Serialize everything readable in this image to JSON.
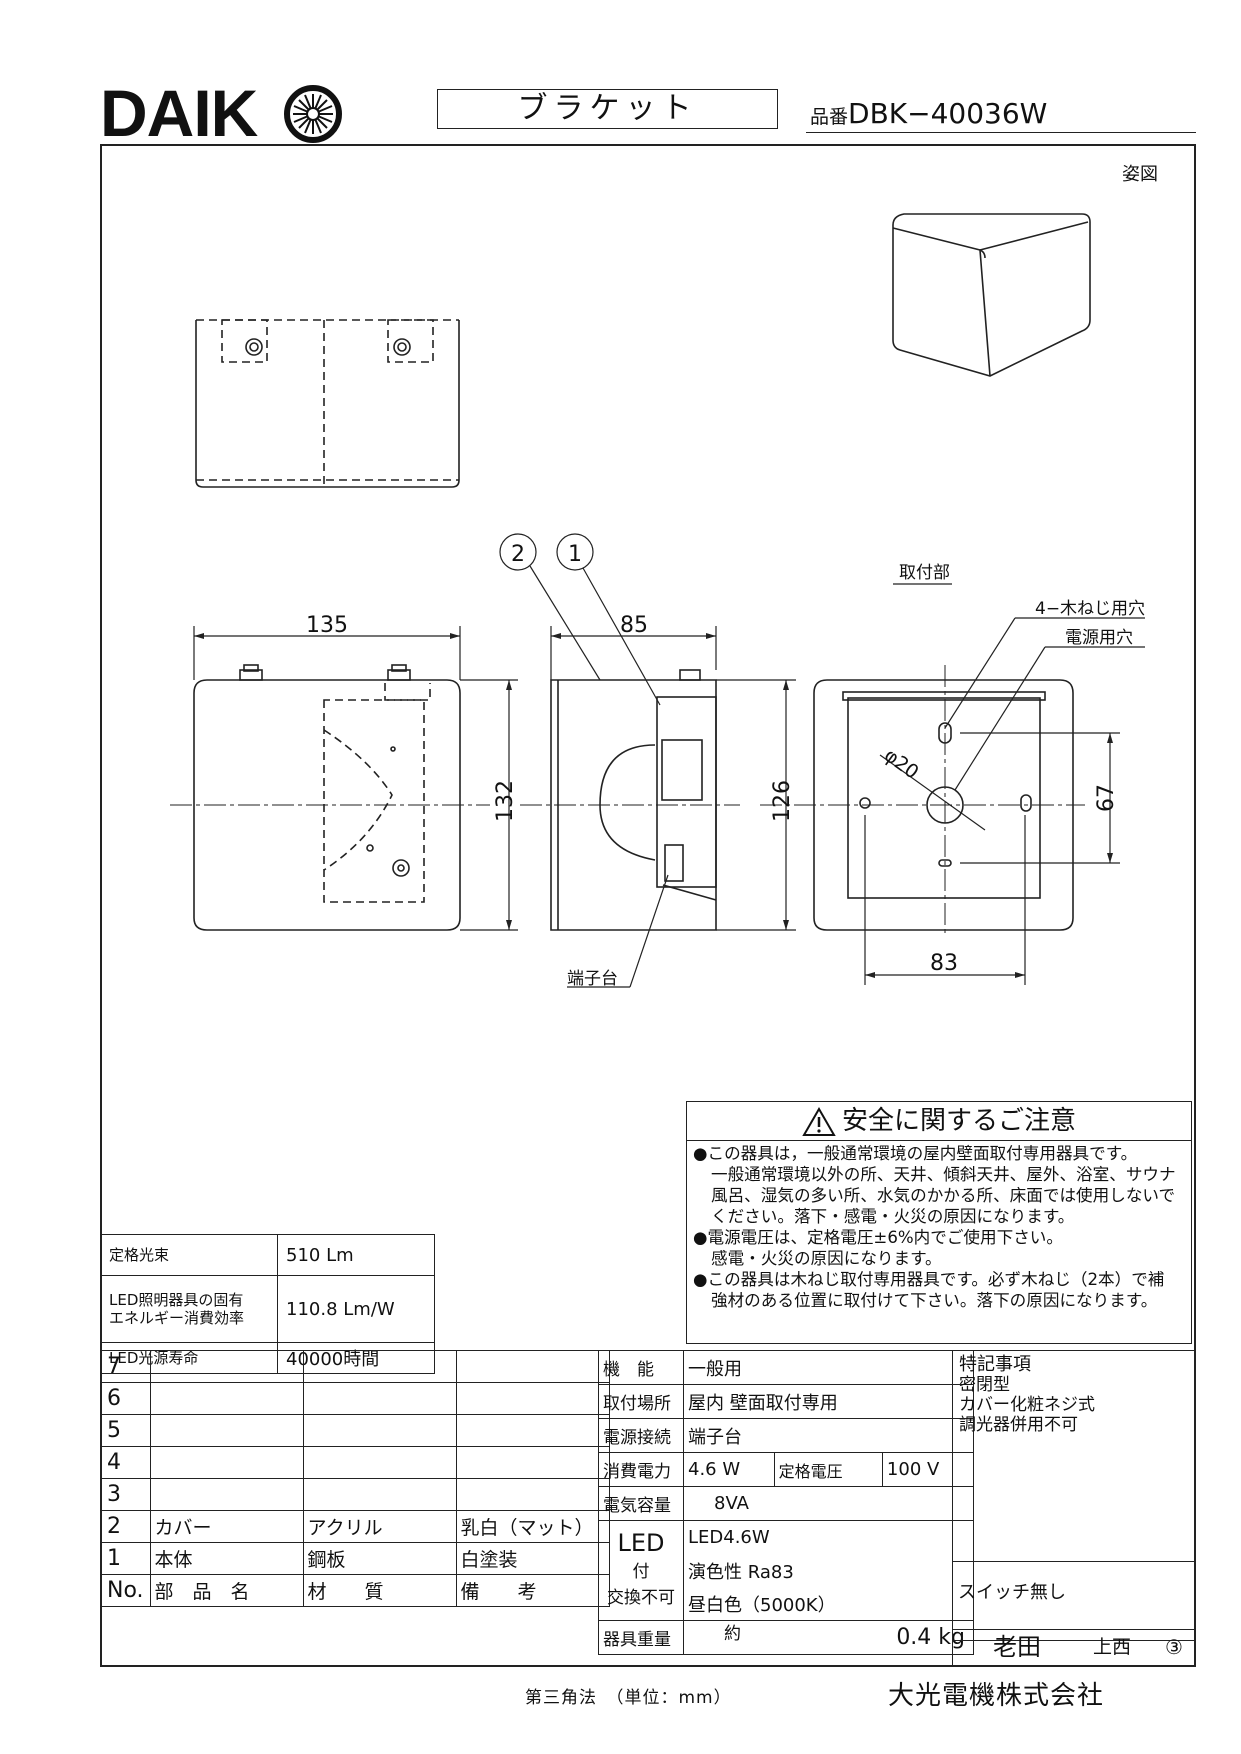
{
  "header": {
    "brand": "DAIK",
    "product_type": "ブラケット",
    "model_prefix": "品番",
    "model_number": "DBK−40036W"
  },
  "views": {
    "perspective_label": "姿図",
    "mount_label": "取付部",
    "screw_hole_label": "4−木ねじ用穴",
    "power_hole_label": "電源用穴",
    "terminal_label": "端子台",
    "callout_1": "1",
    "callout_2": "2",
    "dim_width": "135",
    "dim_height": "132",
    "dim_depth": "85",
    "dim_mount_height": "126",
    "dim_hole_dia": "φ20",
    "dim_vertical_pitch": "67",
    "dim_horizontal_pitch": "83"
  },
  "safety": {
    "title": "安全に関するご注意",
    "lines": [
      "●この器具は，一般通常環境の屋内壁面取付専用器具です。",
      "一般通常環境以外の所、天井、傾斜天井、屋外、浴室、サウナ",
      "風呂、湿気の多い所、水気のかかる所、床面では使用しないで",
      "ください。落下・感電・火災の原因になります。",
      "●電源電圧は、定格電圧±6%内でご使用下さい。",
      "感電・火災の原因になります。",
      "●この器具は木ねじ取付専用器具です。必ず木ねじ（2本）で補",
      "強材のある位置に取付けて下さい。落下の原因になります。"
    ]
  },
  "ratings": [
    {
      "label": "定格光束",
      "value": "510 Lm"
    },
    {
      "label1": "LED照明器具の固有",
      "label2": "エネルギー消費効率",
      "value": "110.8 Lm/W"
    },
    {
      "label": "LED光源寿命",
      "value": "40000時間"
    }
  ],
  "parts": {
    "header": {
      "no": "No.",
      "name": "部　品　名",
      "material": "材　　質",
      "note": "備　　考"
    },
    "rows": [
      {
        "no": "7",
        "name": "",
        "material": "",
        "note": ""
      },
      {
        "no": "6",
        "name": "",
        "material": "",
        "note": ""
      },
      {
        "no": "5",
        "name": "",
        "material": "",
        "note": ""
      },
      {
        "no": "4",
        "name": "",
        "material": "",
        "note": ""
      },
      {
        "no": "3",
        "name": "",
        "material": "",
        "note": ""
      },
      {
        "no": "2",
        "name": "カバー",
        "material": "アクリル",
        "note": "乳白（マット）"
      },
      {
        "no": "1",
        "name": "本体",
        "material": "鋼板",
        "note": "白塗装"
      }
    ]
  },
  "specs": {
    "function_label": "機　能",
    "function_value": "一般用",
    "place_label": "取付場所",
    "place_value": "屋内 壁面取付専用",
    "connect_label": "電源接続",
    "connect_value": "端子台",
    "power_label": "消費電力",
    "power_value": "4.6 W",
    "voltage_label": "定格電圧",
    "voltage_value": "100 V",
    "capacity_label": "電気容量",
    "capacity_value": "8VA",
    "led_label1": "LED",
    "led_label2": "付",
    "led_label3": "交換不可",
    "led_line1": "LED4.6W",
    "led_line2": "演色性 Ra83",
    "led_line3": "昼白色（5000K）",
    "weight_label": "器具重量",
    "weight_approx": "約",
    "weight_value": "0.4 kg"
  },
  "notes": {
    "title": "特記事項",
    "lines": [
      "密閉型",
      "カバー化粧ネジ式",
      "調光器併用不可"
    ],
    "switch": "スイッチ無し",
    "designer": "老田",
    "checker": "上西",
    "revision": "③"
  },
  "footer": {
    "projection": "第三角法　（単位：mm）",
    "company": "大光電機株式会社"
  }
}
